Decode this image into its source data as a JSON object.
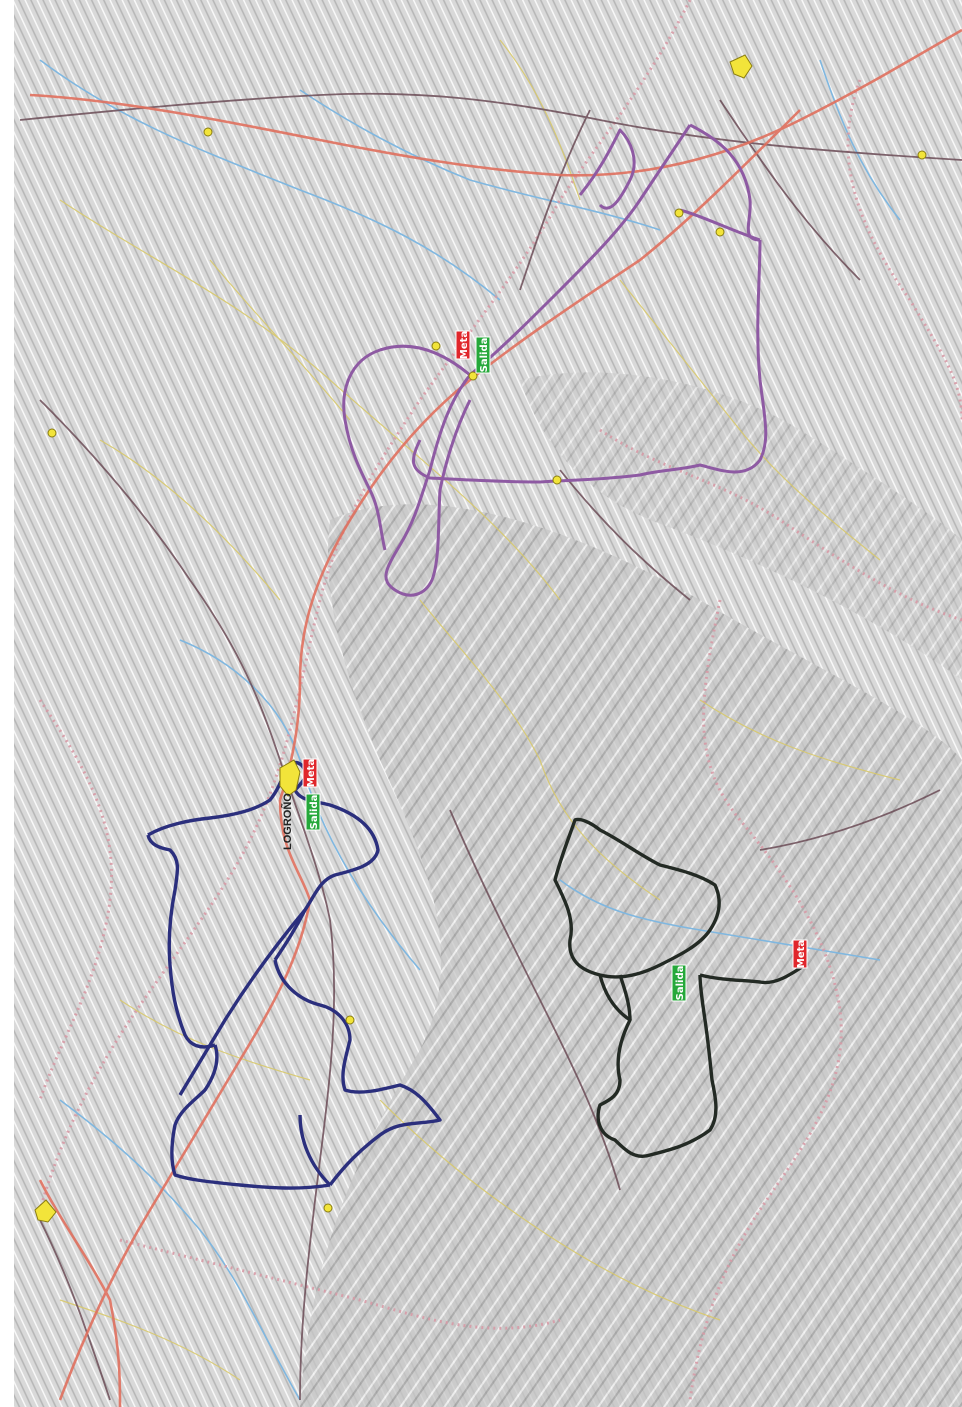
{
  "map": {
    "city_label": "LOGROÑO",
    "labels": {
      "meta": "Meta",
      "salida": "Salida"
    },
    "colors": {
      "purple_route": "#8e5aa3",
      "blue_route": "#2b2f7d",
      "dark_route": "#232a24",
      "meta": "#e0262b",
      "salida": "#25a83a",
      "road_major": "#e0705e",
      "road_secondary": "#6b4b56",
      "road_minor": "#d8c96a",
      "border": "#d79aa6",
      "river": "#7fb7e0",
      "town": "#f2e43a",
      "terrain": "#c9c9c9"
    }
  }
}
